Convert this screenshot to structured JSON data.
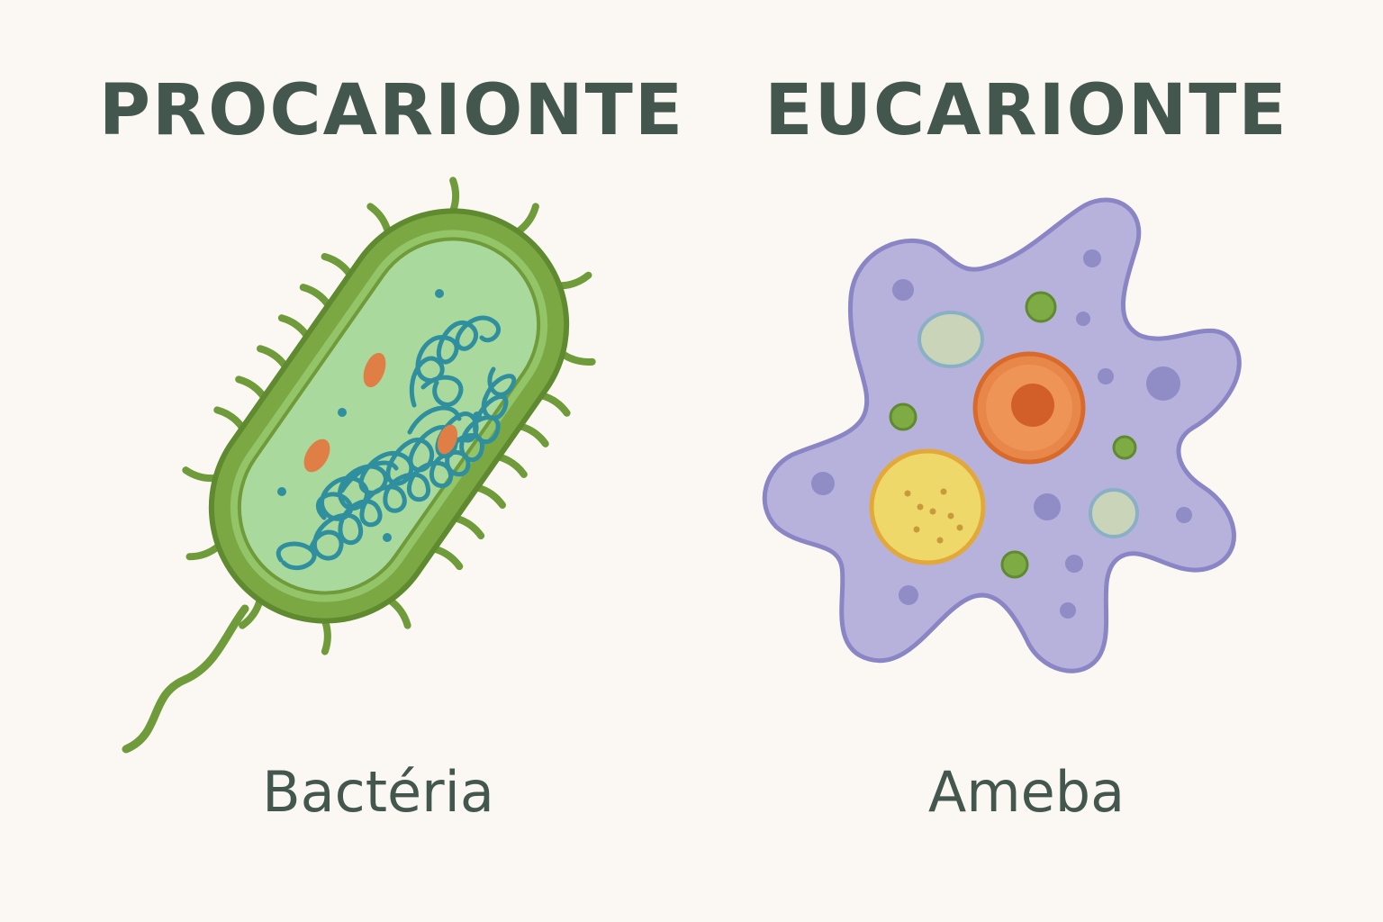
{
  "prokaryote": {
    "heading": "PROCARIONTE",
    "caption": "Bactéria"
  },
  "eukaryote": {
    "heading": "EUCARIONTE",
    "caption": "Ameba"
  },
  "colors": {
    "background": "#fbf8f3",
    "text": "#44574f",
    "bacteria_wall": "#6f9b3b",
    "bacteria_cytoplasm": "#a6d69a",
    "dna": "#2f8f9f",
    "ribosome_orange": "#e07f45",
    "amoeba_body": "#b8b3dc",
    "amoeba_outline": "#8b86c3",
    "nucleus": "#e27a36",
    "food_vacuole": "#e9d460",
    "green_organelle": "#7eab43"
  }
}
